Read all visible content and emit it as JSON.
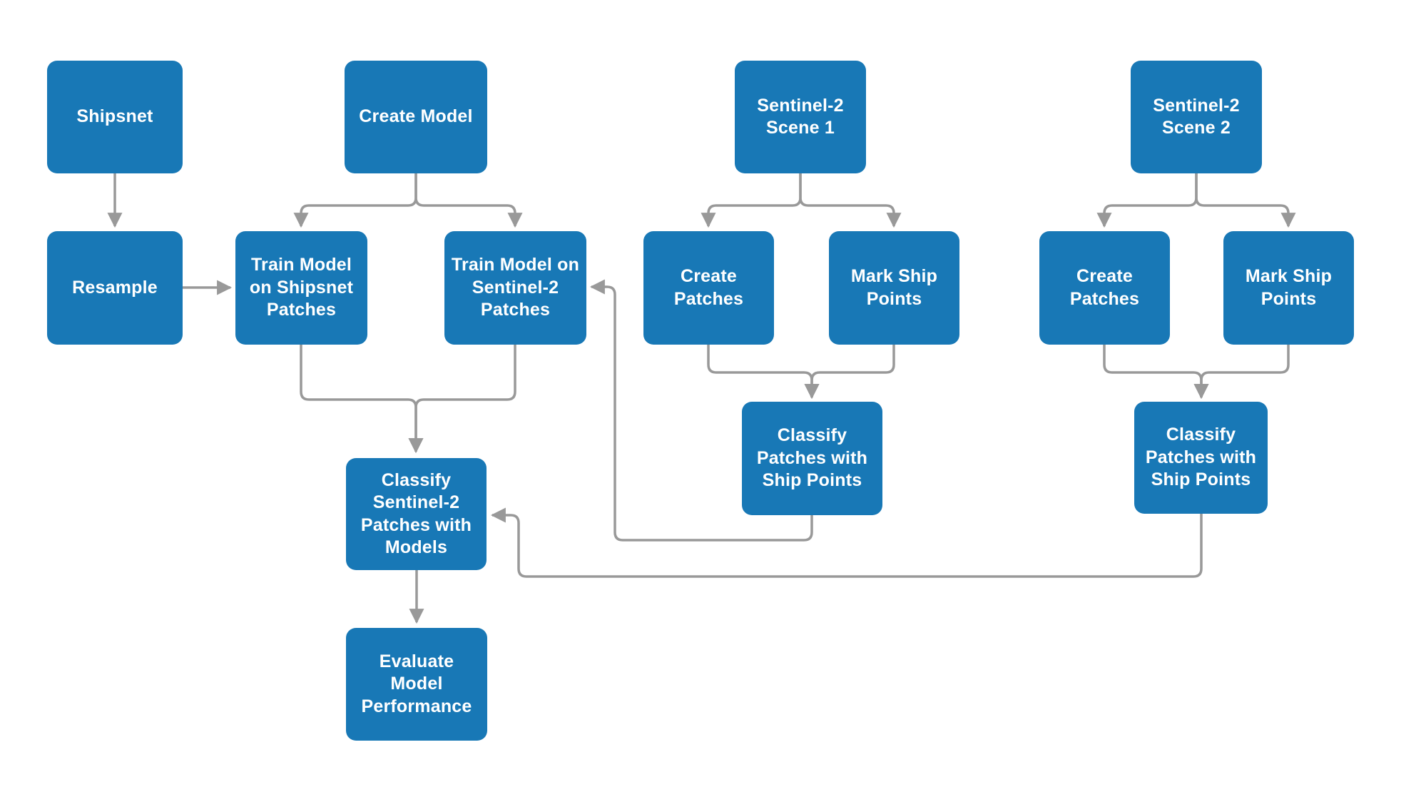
{
  "palette": {
    "node_fill": "#1878B6",
    "node_text": "#FFFFFF",
    "connector": "#999999",
    "background": "#FFFFFF"
  },
  "nodes": {
    "shipsnet": {
      "label": "Shipsnet"
    },
    "create_model": {
      "label": "Create Model"
    },
    "scene1": {
      "label": "Sentinel-2\nScene 1"
    },
    "scene2": {
      "label": "Sentinel-2\nScene 2"
    },
    "resample": {
      "label": "Resample"
    },
    "train_shipsnet": {
      "label": "Train Model\non Shipsnet\nPatches"
    },
    "train_sentinel": {
      "label": "Train Model on\nSentinel-2\nPatches"
    },
    "create_patches_1": {
      "label": "Create\nPatches"
    },
    "mark_ship_1": {
      "label": "Mark Ship\nPoints"
    },
    "create_patches_2": {
      "label": "Create\nPatches"
    },
    "mark_ship_2": {
      "label": "Mark Ship\nPoints"
    },
    "classify_sp_1": {
      "label": "Classify\nPatches with\nShip Points"
    },
    "classify_sp_2": {
      "label": "Classify\nPatches with\nShip Points"
    },
    "classify_models": {
      "label": "Classify\nSentinel-2\nPatches with\nModels"
    },
    "evaluate": {
      "label": "Evaluate\nModel\nPerformance"
    }
  },
  "edges": [
    {
      "from": "shipsnet",
      "to": "resample"
    },
    {
      "from": "resample",
      "to": "train_shipsnet"
    },
    {
      "from": "create_model",
      "to": "train_shipsnet"
    },
    {
      "from": "create_model",
      "to": "train_sentinel"
    },
    {
      "from": "scene1",
      "to": "create_patches_1"
    },
    {
      "from": "scene1",
      "to": "mark_ship_1"
    },
    {
      "from": "scene2",
      "to": "create_patches_2"
    },
    {
      "from": "scene2",
      "to": "mark_ship_2"
    },
    {
      "from": "train_shipsnet",
      "to": "classify_models"
    },
    {
      "from": "train_sentinel",
      "to": "classify_models"
    },
    {
      "from": "create_patches_1",
      "to": "classify_sp_1"
    },
    {
      "from": "mark_ship_1",
      "to": "classify_sp_1"
    },
    {
      "from": "create_patches_2",
      "to": "classify_sp_2"
    },
    {
      "from": "mark_ship_2",
      "to": "classify_sp_2"
    },
    {
      "from": "classify_sp_1",
      "to": "train_sentinel"
    },
    {
      "from": "classify_sp_2",
      "to": "classify_models"
    },
    {
      "from": "classify_models",
      "to": "evaluate"
    }
  ]
}
